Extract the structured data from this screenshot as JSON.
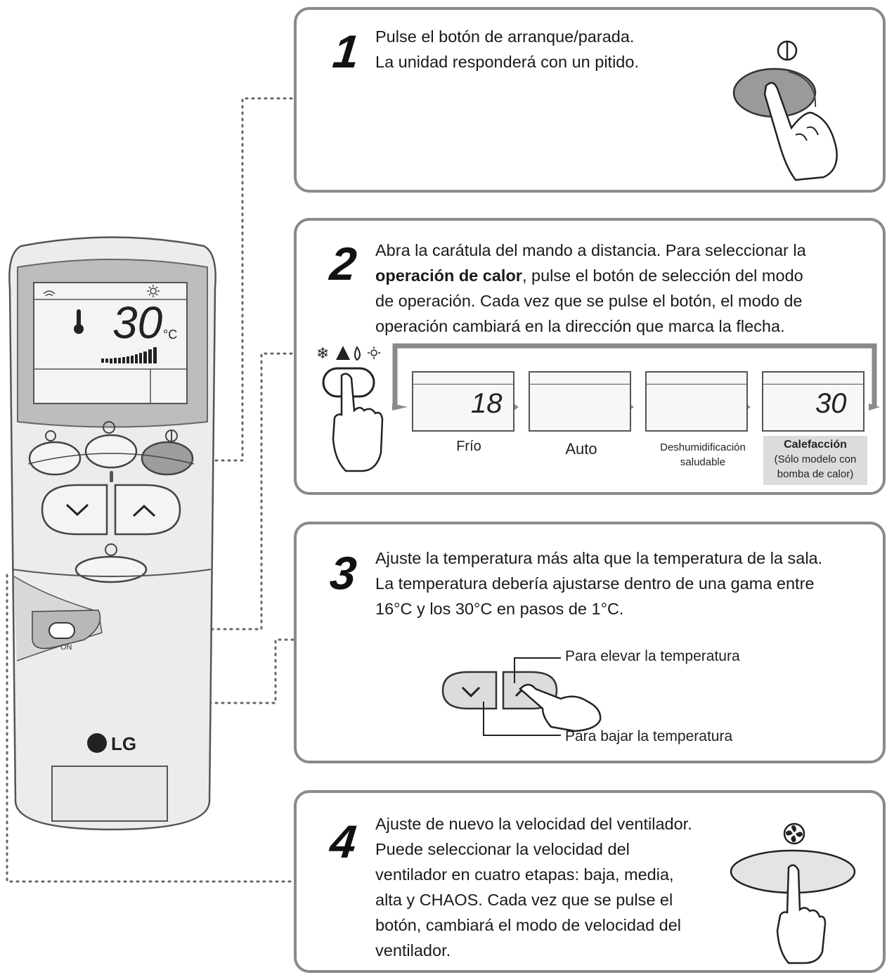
{
  "steps": [
    {
      "number": "1",
      "lines": [
        "Pulse el botón de arranque/parada.",
        "La unidad responderá con un pitido."
      ]
    },
    {
      "number": "2",
      "line1": "Abra la carátula del mando a distancia. Para seleccionar la",
      "line2_bold": "operación de calor",
      "line2_rest": ", pulse el botón de selección del modo",
      "line3": "de operación.  Cada vez que se pulse el botón, el modo de",
      "line4": "operación cambiará en la dirección que marca la flecha."
    },
    {
      "number": "3",
      "lines": [
        "Ajuste la temperatura más alta que la temperatura de la sala.",
        "La temperatura debería ajustarse dentro de una gama entre",
        "16°C y los 30°C en pasos de 1°C."
      ]
    },
    {
      "number": "4",
      "lines": [
        "Ajuste de nuevo la velocidad del ventilador.",
        "Puede seleccionar la velocidad del",
        "ventilador en cuatro etapas: baja, media,",
        "alta y CHAOS. Cada vez que se pulse el",
        "botón, cambiará el modo de velocidad del",
        "ventilador."
      ]
    }
  ],
  "modes": [
    {
      "label": "Frío",
      "display": "18"
    },
    {
      "label": "Auto",
      "display": ""
    },
    {
      "label_lines": [
        "Deshumidificación",
        "saludable"
      ],
      "display": ""
    },
    {
      "label_bold": "Calefacción",
      "label_lines": [
        "(Sólo modelo con",
        "bomba de calor)"
      ],
      "display": "30"
    }
  ],
  "temp_controls": {
    "up_label": "Para elevar la temperatura",
    "down_label": "Para bajar la temperatura"
  },
  "remote": {
    "display_temp": "30",
    "display_unit": "°C",
    "brand": "LG",
    "on_label": "ON"
  },
  "colors": {
    "frame": "#8a8a8a",
    "highlight": "#dcdcdc",
    "remote_body": "#ececec",
    "lcd_bg": "#f4f4f4"
  },
  "icons": [
    "power-icon",
    "fan-icon",
    "thermometer-icon",
    "snowflake-icon",
    "sun-icon",
    "drop-icon",
    "hand-icon"
  ]
}
